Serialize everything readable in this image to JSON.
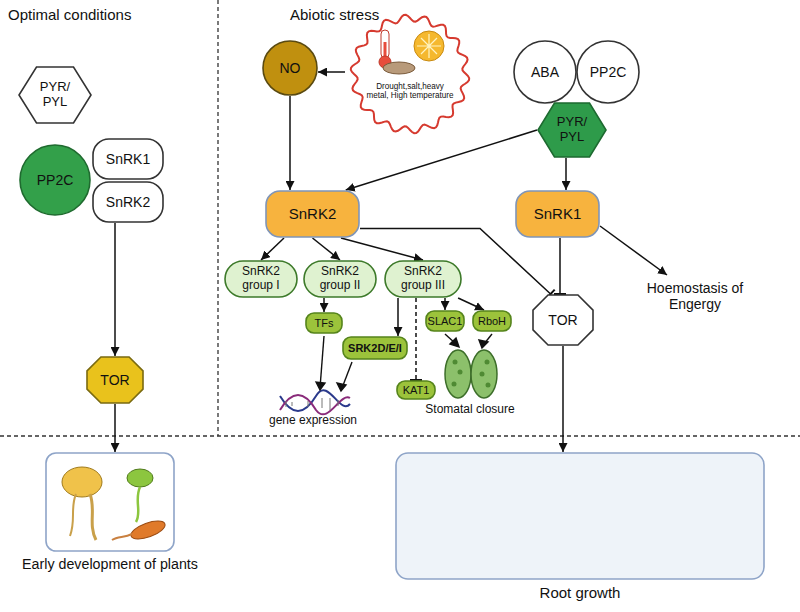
{
  "diagram": {
    "nodes": [
      {
        "text": [
          "PYR/ PYL"
        ]
      },
      {
        "text": [
          "PP2C"
        ]
      },
      {
        "text": [
          "SnRK1"
        ]
      },
      {
        "text": [
          "SnRK2"
        ]
      },
      {
        "text": [
          "TOR"
        ]
      },
      {
        "text": [
          "Early development of plants"
        ]
      },
      {
        "text": [
          "NO"
        ]
      },
      {
        "text": [
          "Drought,salt,heavy metal, High temperature"
        ]
      },
      {
        "text": [
          "ABA"
        ]
      },
      {
        "text": [
          "PP2C"
        ]
      },
      {
        "text": [
          "PYR/ PYL"
        ]
      },
      {
        "text": [
          "SnRK2"
        ]
      },
      {
        "text": [
          "SnRK1"
        ]
      },
      {
        "text": [
          "SnRK2 group I"
        ]
      },
      {
        "text": [
          "SnRK2 group II"
        ]
      },
      {
        "text": [
          "SnRK2 group III"
        ]
      },
      {
        "text": [
          "TFs"
        ]
      },
      {
        "text": [
          "SRK2D/E/I"
        ]
      },
      {
        "text": [
          "SLAC1"
        ]
      },
      {
        "text": [
          "RboH"
        ]
      },
      {
        "text": [
          "KAT1"
        ]
      },
      {
        "text": [
          "TOR"
        ]
      },
      {
        "text": [
          "Hoemostasis of Engergy"
        ]
      },
      {
        "text": [
          "Root growth"
        ]
      }
    ],
    "edges": [
      {
        "from": 3,
        "to": 4,
        "arrow": "to"
      },
      {
        "from": 4,
        "to": 5,
        "arrow": "to"
      },
      {
        "from": 7,
        "to": 6,
        "arrow": "to"
      },
      {
        "from": 6,
        "to": 11,
        "arrow": "to"
      },
      {
        "from": 10,
        "to": 11,
        "arrow": "to"
      },
      {
        "from": 10,
        "to": 12,
        "arrow": "to"
      },
      {
        "from": 11,
        "to": 13,
        "arrow": "to"
      },
      {
        "from": 11,
        "to": 14,
        "arrow": "to"
      },
      {
        "from": 11,
        "to": 15,
        "arrow": "to"
      },
      {
        "from": 11,
        "to": 21,
        "arrow": "to"
      },
      {
        "from": 12,
        "to": 21,
        "arrow": "to"
      },
      {
        "from": 12,
        "to": 22,
        "arrow": "to"
      },
      {
        "from": 14,
        "to": 16,
        "arrow": "to"
      },
      {
        "from": 15,
        "to": 17,
        "arrow": "to"
      },
      {
        "from": 15,
        "to": 20,
        "arrow": "to"
      },
      {
        "from": 15,
        "to": 18,
        "arrow": "to"
      },
      {
        "from": 15,
        "to": 19,
        "arrow": "to"
      },
      {
        "from": 21,
        "to": 23,
        "arrow": "to"
      }
    ],
    "labels": [
      "Optimal conditions",
      "Abiotic stress",
      "gene expression",
      "Stomatal closure"
    ]
  }
}
